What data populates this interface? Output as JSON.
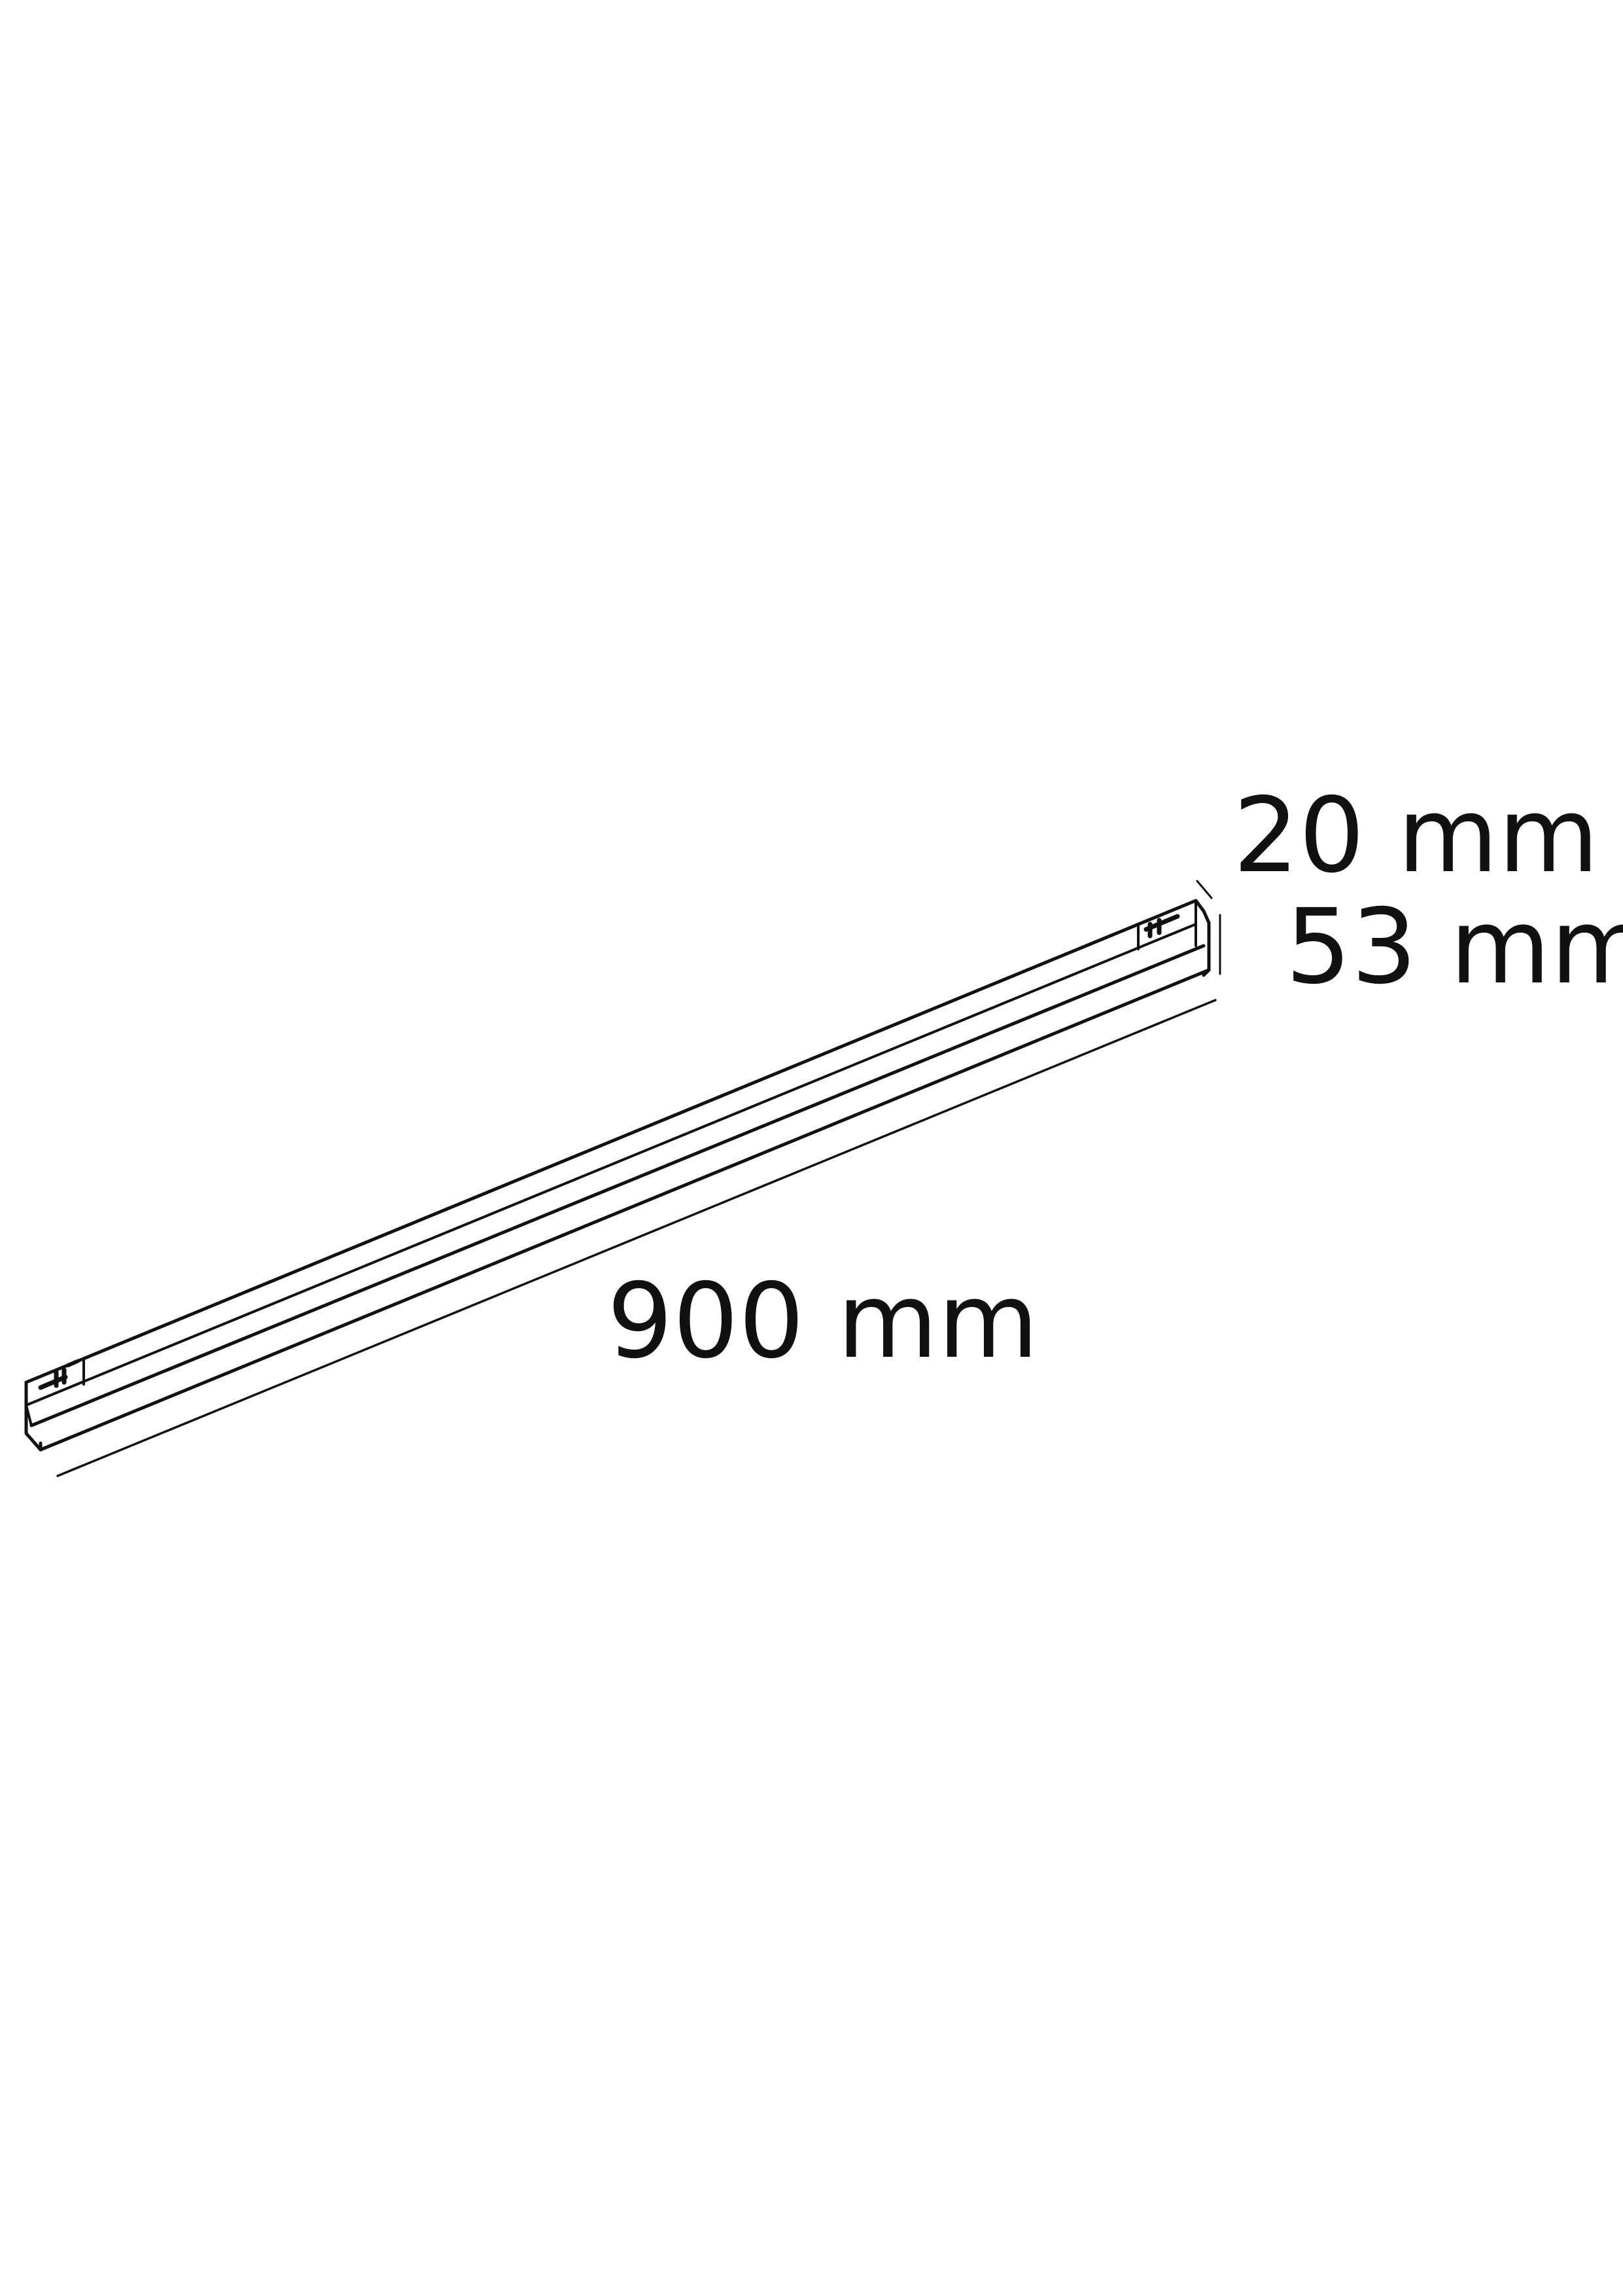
{
  "product_drawing": {
    "subject": "linear-track-light-bar",
    "line_color": "#111111",
    "background_color": "#ffffff"
  },
  "dimensions": {
    "depth": {
      "value": 20,
      "unit": "mm",
      "label": "20 mm"
    },
    "height": {
      "value": 53,
      "unit": "mm",
      "label": "53 mm"
    },
    "length": {
      "value": 900,
      "unit": "mm",
      "label": "900 mm"
    }
  }
}
